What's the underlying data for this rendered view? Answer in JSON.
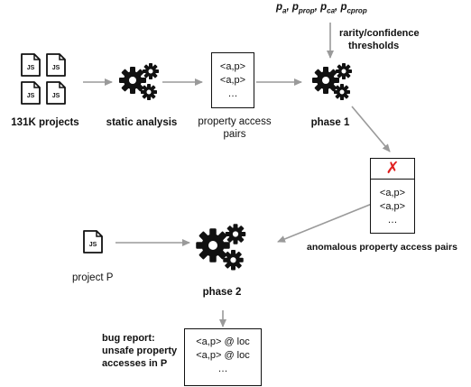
{
  "params": {
    "p_a": "p",
    "p_a_sub": "a",
    "p_prop": "p",
    "p_prop_sub": "prop",
    "p_ca": "p",
    "p_ca_sub": "ca",
    "p_cprop": "p",
    "p_cprop_sub": "cprop",
    "sep": ","
  },
  "labels": {
    "projects": "131K projects",
    "static_analysis": "static analysis",
    "property_access_line1": "property access",
    "property_access_line2": "pairs",
    "phase1": "phase 1",
    "thresholds_line1": "rarity/confidence",
    "thresholds_line2": "thresholds",
    "anomalous": "anomalous property access pairs",
    "project_p": "project P",
    "phase2": "phase 2",
    "bug_line1": "bug report:",
    "bug_line2": "unsafe property",
    "bug_line3": "accesses in P"
  },
  "boxes": {
    "pairs": [
      "<a,p>",
      "<a,p>",
      "…"
    ],
    "anomalous": [
      "<a,p>",
      "<a,p>",
      "…"
    ],
    "anomalous_mark": "✗",
    "bug_report": [
      "<a,p> @ loc",
      "<a,p> @ loc",
      "…"
    ]
  },
  "file_icon_text": "JS",
  "colors": {
    "arrow": "#9a9a9a",
    "ink": "#111111",
    "cross": "#e02020"
  }
}
